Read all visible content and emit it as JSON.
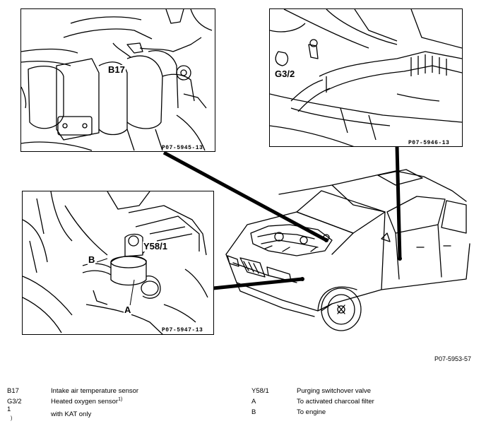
{
  "insets": {
    "top_left": {
      "callout": "B17",
      "code": "P07-5945-13"
    },
    "top_right": {
      "callout": "G3/2",
      "code": "P07-5946-13"
    },
    "bottom_left": {
      "callout_y": "Y58/1",
      "callout_b": "B",
      "callout_a": "A",
      "code": "P07-5947-13"
    }
  },
  "figure_id": "P07-5953-57",
  "legend": {
    "left": [
      {
        "code": "B17",
        "desc": "Intake air temperature sensor"
      },
      {
        "code": "G3/2",
        "desc": "Heated oxygen sensor",
        "sup": "1)"
      },
      {
        "code": "1",
        "code_sub": ")",
        "desc": "with KAT only"
      }
    ],
    "right": [
      {
        "code": "Y58/1",
        "desc": "Purging switchover valve"
      },
      {
        "code": "A",
        "desc": "To activated charcoal filter"
      },
      {
        "code": "B",
        "desc": "To engine"
      }
    ]
  }
}
